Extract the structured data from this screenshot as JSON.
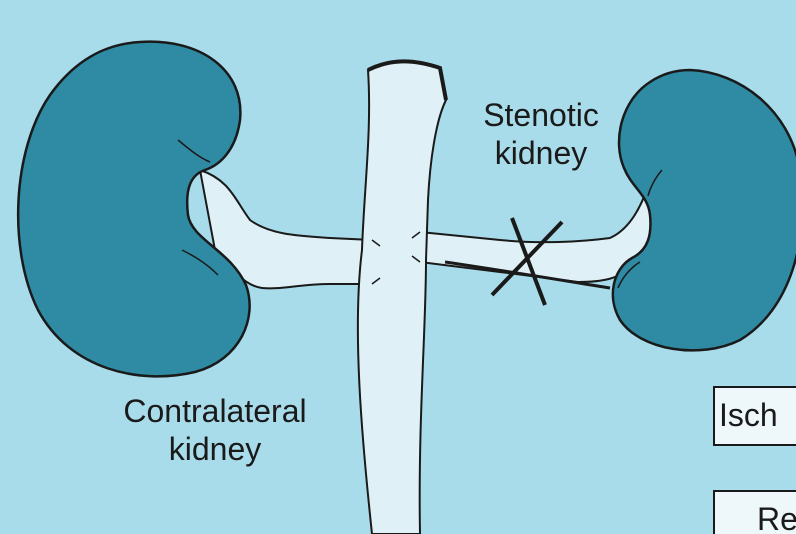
{
  "labels": {
    "stenotic": "Stenotic kidney",
    "stenotic_line1": "Stenotic",
    "stenotic_line2": "kidney",
    "contralateral_line1": "Contralateral",
    "contralateral_line2": "kidney"
  },
  "boxes": {
    "ischemia_visible": "Isch",
    "renin_visible": "Re"
  },
  "colors": {
    "background": "#a8dcea",
    "kidney": "#2f8aa3",
    "vessel": "#dff1f7",
    "outline": "#1a1a1a"
  }
}
